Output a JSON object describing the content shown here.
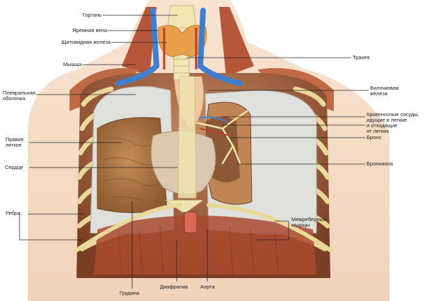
{
  "labels": {
    "larynx": "Гортань",
    "jugular_vein": "Яремная вена",
    "thyroid": "Щитовидная железа",
    "muscle": "Мышца",
    "trachea": "Трахея",
    "pleura": "Плевральная\nоболочка",
    "thymus": "Вилочковая\nжелеза",
    "blood_vessels": "Кровеносные сосуды,\nидущие в легкие\nи отходящие\nот легких",
    "right_lung": "Правое\nлегкое",
    "bronchus": "Бронх",
    "heart": "Сердце",
    "bronchiole": "Бронхиола",
    "ribs": "Ребра",
    "intercostal": "Межреберные\nмышцы",
    "sternum": "Грудина",
    "diaphragm": "Диафрагма",
    "aorta": "Аорта"
  },
  "colors": {
    "skin": "#f4d9c2",
    "lung": "#b07a48",
    "pleura": "#dfe0dc",
    "vein": "#3f7fd0",
    "thyroid": "#e8a04a",
    "rib": "#f0e4b0",
    "muscle": "#b5563a",
    "heart": "#dcc8b0"
  }
}
